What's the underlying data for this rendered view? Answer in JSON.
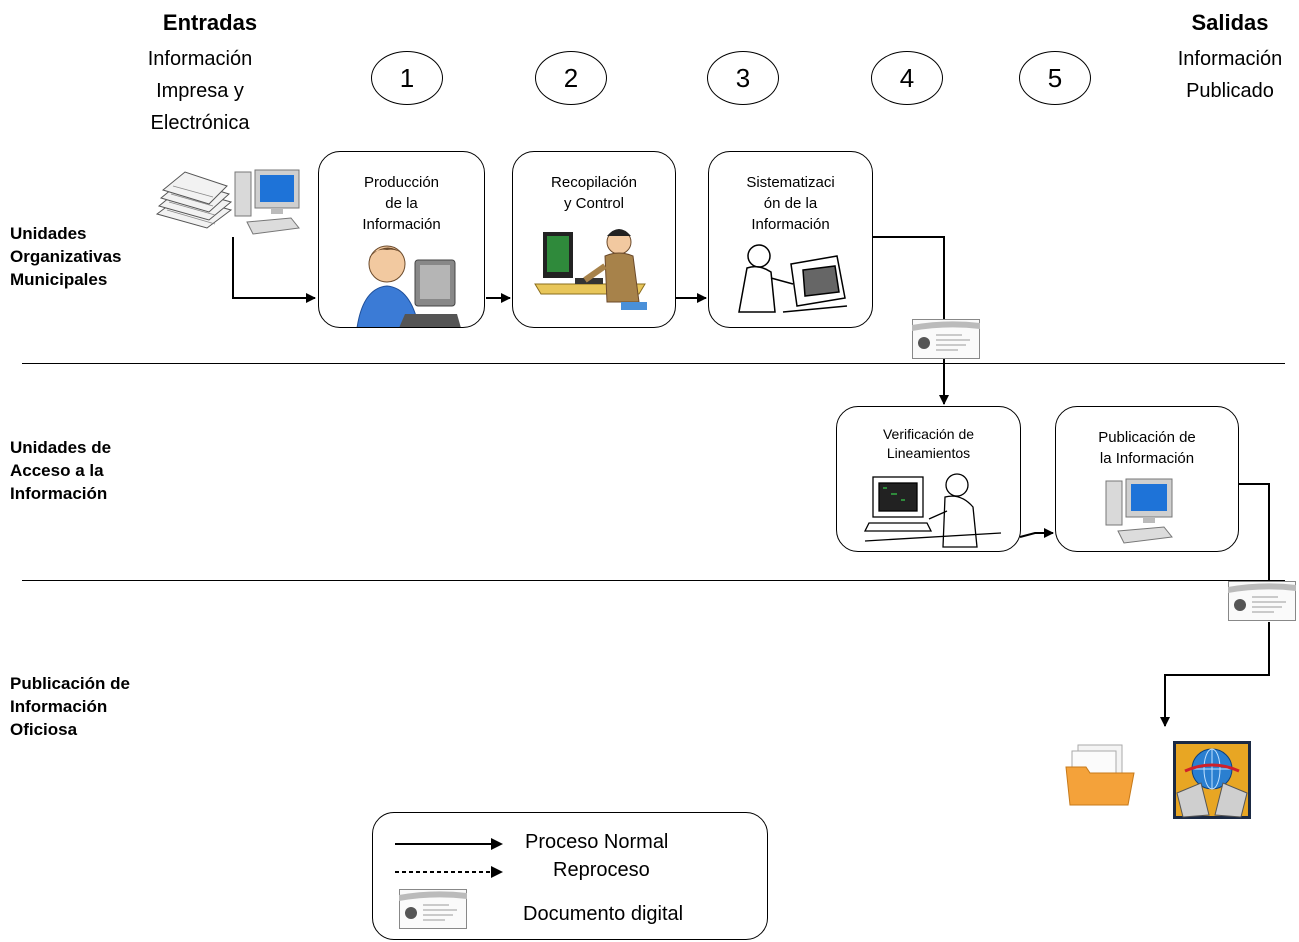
{
  "header": {
    "inputs_title": "Entradas",
    "inputs_lines": [
      "Información",
      "Impresa y",
      "Electrónica"
    ],
    "outputs_title": "Salidas",
    "outputs_lines": [
      "Información",
      "Publicado"
    ]
  },
  "steps": [
    "1",
    "2",
    "3",
    "4",
    "5"
  ],
  "lanes": [
    {
      "label_lines": [
        "Unidades",
        "Organizativas",
        "Municipales"
      ]
    },
    {
      "label_lines": [
        "Unidades de",
        "Acceso a la",
        "Información"
      ]
    },
    {
      "label_lines": [
        "Publicación de",
        "Información",
        "Oficiosa"
      ]
    }
  ],
  "process_boxes": [
    {
      "label_lines": [
        "Producción",
        "de la",
        "Información"
      ],
      "icon": "person-at-computer-icon"
    },
    {
      "label_lines": [
        "Recopilación",
        "y Control"
      ],
      "icon": "clerk-at-desk-icon"
    },
    {
      "label_lines": [
        "Sistematizaci",
        "ón de la",
        "Información"
      ],
      "icon": "technician-sketch-icon"
    },
    {
      "label_lines": [
        "Verificación de",
        "Lineamientos"
      ],
      "icon": "operator-terminal-icon"
    },
    {
      "label_lines": [
        "Publicación de",
        "la Información"
      ],
      "icon": "desktop-computer-icon"
    }
  ],
  "legend": {
    "normal": "Proceso Normal",
    "rework": "Reproceso",
    "digital_doc": "Documento digital"
  },
  "colors": {
    "line": "#000000",
    "monitor_screen": "#1e73d8",
    "folder": "#f4a23a",
    "globe_bg": "#e8a623",
    "globe": "#2a7fd0"
  }
}
